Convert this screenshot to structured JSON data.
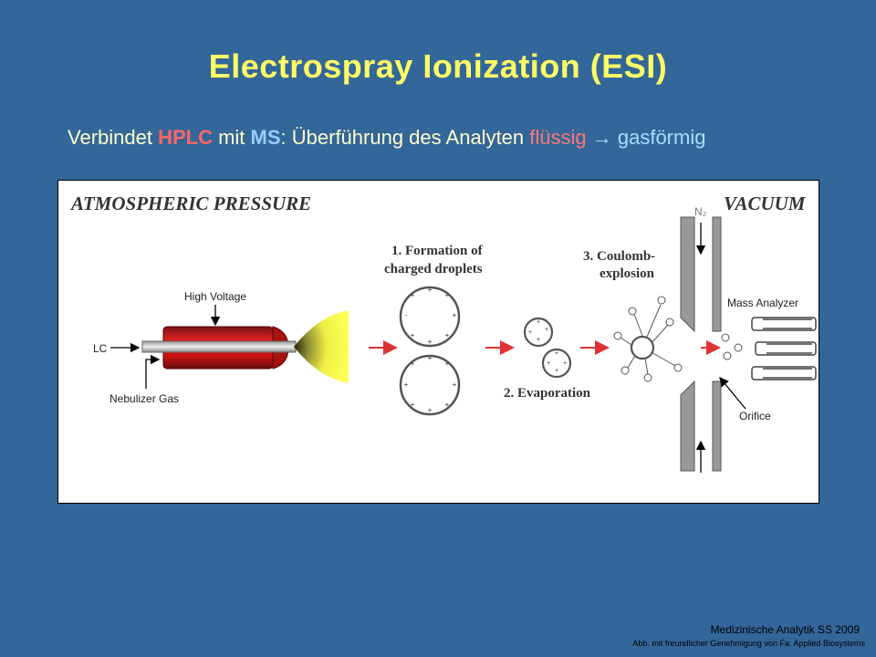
{
  "title": "Electrospray Ionization (ESI)",
  "subtitle": {
    "p1": "Verbindet ",
    "hplc": "HPLC",
    "p2": " mit ",
    "ms": "MS",
    "p3": ": Überführung des Analyten ",
    "fluessig": "flüssig",
    "arrow": " → ",
    "gasfoermig": "gasförmig"
  },
  "figure": {
    "atmospheric": "ATMOSPHERIC PRESSURE",
    "vacuum": "VACUUM",
    "n2": "N₂",
    "high_voltage": "High Voltage",
    "lc": "LC",
    "nebulizer": "Nebulizer Gas",
    "step1_line1": "1. Formation of",
    "step1_line2": "charged droplets",
    "step2": "2. Evaporation",
    "step3_line1": "3. Coulomb-",
    "step3_line2": "explosion",
    "mass_analyzer": "Mass Analyzer",
    "orifice": "Orifice"
  },
  "footer": {
    "course": "Medizinische Analytik SS 2009",
    "credit": "Abb. mit freundlicher Genehmigung von Fa. Applied Biosystems"
  },
  "colors": {
    "background": "#336699",
    "title": "#ffff66",
    "hplc": "#ff6666",
    "ms": "#99ccff",
    "needle": "#cc1111",
    "spray": "#ffff44",
    "arrow": "#dd3333"
  }
}
